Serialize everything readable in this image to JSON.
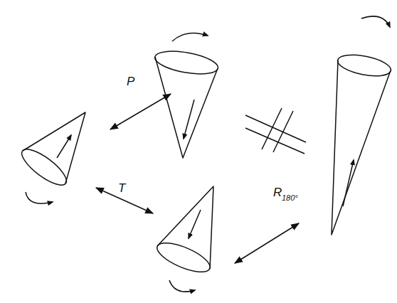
{
  "diagram": {
    "labels": [
      "P",
      "T",
      "R",
      "180°"
    ]
  }
}
